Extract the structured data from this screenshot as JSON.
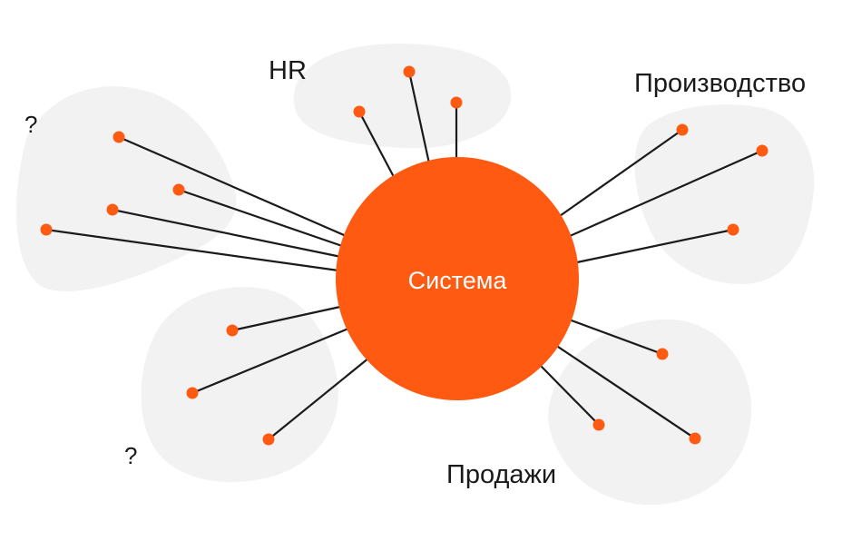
{
  "diagram": {
    "center_label": "Система",
    "labels": {
      "hr": "HR",
      "production": "Производство",
      "sales": "Продажи",
      "unknown_top": "?",
      "unknown_bottom": "?"
    },
    "colors": {
      "accent": "#fe5a12",
      "line": "#1b1b1b",
      "blob": "#f2f2f2",
      "center_text": "#ffffff",
      "label_text": "#1a1a1a"
    }
  }
}
